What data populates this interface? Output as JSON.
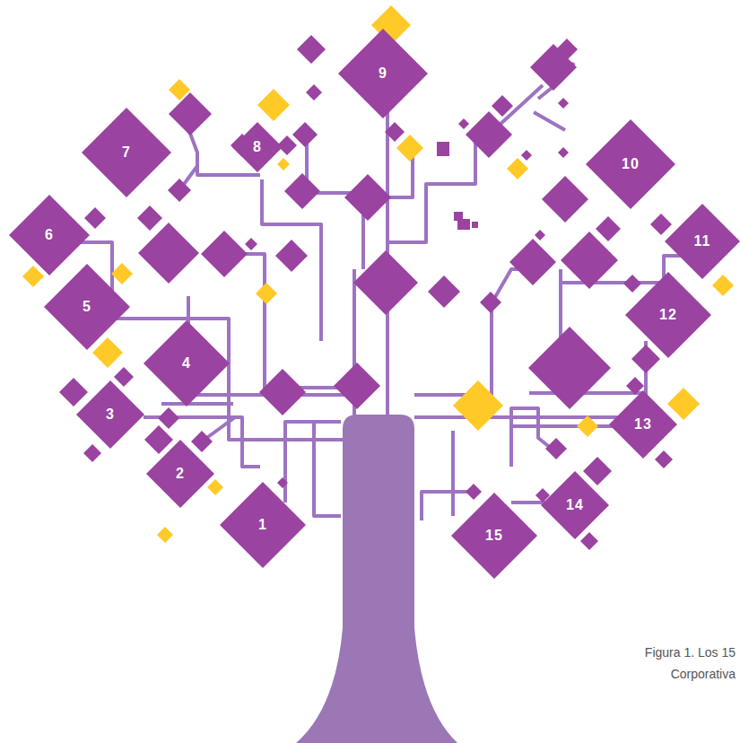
{
  "diagram": {
    "caption": "Figura 1. Los 15 Corporativa",
    "nodes": [
      {
        "text": [
          "1"
        ]
      },
      {
        "text": [
          "2"
        ]
      },
      {
        "text": [
          "3"
        ]
      },
      {
        "text": [
          "4"
        ]
      },
      {
        "text": [
          "5"
        ]
      },
      {
        "text": [
          "6"
        ]
      },
      {
        "text": [
          "7"
        ]
      },
      {
        "text": [
          "8"
        ]
      },
      {
        "text": [
          "9"
        ]
      },
      {
        "text": [
          "10"
        ]
      },
      {
        "text": [
          "11"
        ]
      },
      {
        "text": [
          "12"
        ]
      },
      {
        "text": [
          "13"
        ]
      },
      {
        "text": [
          "14"
        ]
      },
      {
        "text": [
          "15"
        ]
      }
    ]
  }
}
